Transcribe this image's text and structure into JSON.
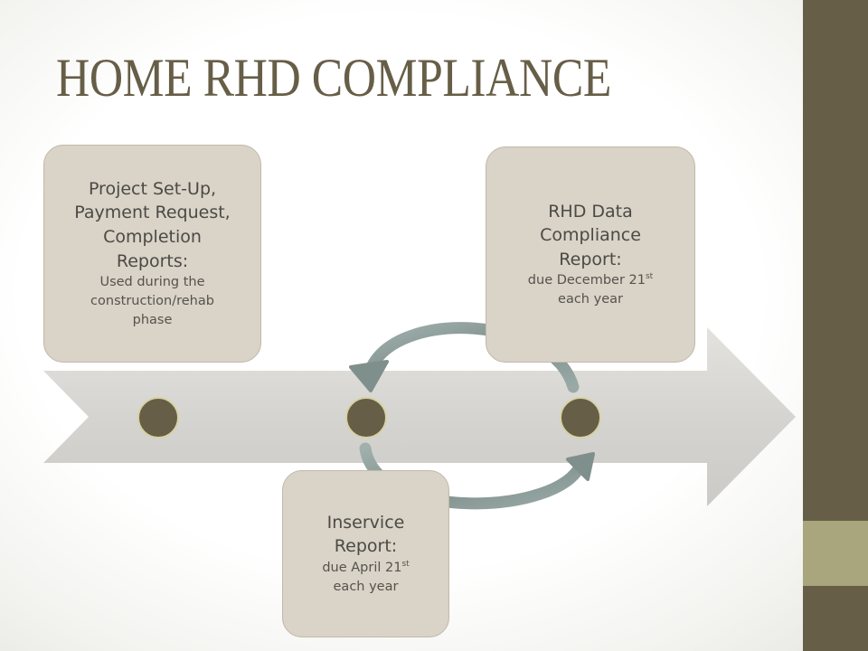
{
  "slide": {
    "title": "HOME RHD COMPLIANCE"
  },
  "colors": {
    "accent_dark": "#675e47",
    "accent_light": "#a9a57c",
    "box_fill": "#d9d3c8",
    "arrow_fill": "#d4d3cf",
    "cycle_arrow": "#8c9a98"
  },
  "boxes": {
    "setup": {
      "heading": "Project Set-Up,\nPayment Request,\nCompletion\nReports:",
      "sub": "Used during the\nconstruction/rehab\nphase"
    },
    "rhd": {
      "heading": "RHD Data\nCompliance\nReport:",
      "sub_before": "due December 21",
      "sub_sup": "st",
      "sub_after": "\neach year"
    },
    "inservice": {
      "heading": "Inservice\nReport:",
      "sub_before": "due April 21",
      "sub_sup": "st",
      "sub_after": "\neach year"
    }
  },
  "icons": [
    "timeline-arrow-icon",
    "cycle-arrows-icon"
  ]
}
